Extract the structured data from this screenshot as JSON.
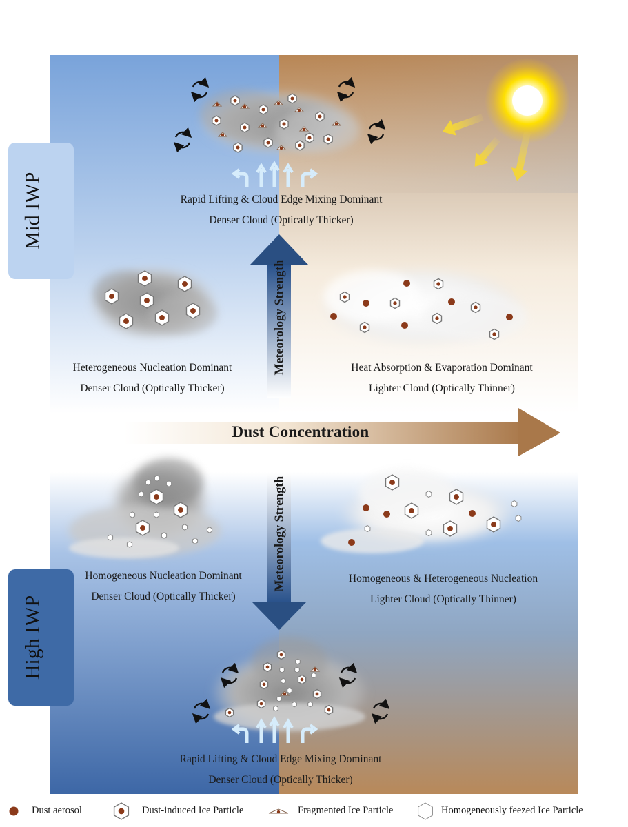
{
  "side_labels": {
    "mid": "Mid IWP",
    "high": "High IWP"
  },
  "axis": {
    "dust": "Dust  Concentration",
    "meteo": "Meteorology  Strength"
  },
  "mid_panel": {
    "top_center": {
      "line1": "Rapid Lifting & Cloud Edge Mixing Dominant",
      "line2": "Denser Cloud (Optically Thicker)"
    },
    "left": {
      "line1": "Heterogeneous Nucleation Dominant",
      "line2": "Denser Cloud (Optically Thicker)"
    },
    "right": {
      "line1": "Heat Absorption & Evaporation Dominant",
      "line2": "Lighter Cloud (Optically Thinner)"
    }
  },
  "high_panel": {
    "left": {
      "line1": "Homogeneous Nucleation Dominant",
      "line2": "Denser Cloud (Optically Thicker)"
    },
    "right": {
      "line1": "Homogeneous & Heterogeneous Nucleation",
      "line2": "Lighter Cloud (Optically Thinner)"
    },
    "bottom_center": {
      "line1": "Rapid Lifting & Cloud Edge Mixing Dominant",
      "line2": "Denser Cloud (Optically Thicker)"
    }
  },
  "legend": [
    {
      "icon": "dust-aerosol-icon",
      "label": "Dust aerosol"
    },
    {
      "icon": "dust-induced-ice-icon",
      "label": "Dust-induced Ice Particle"
    },
    {
      "icon": "fragmented-ice-icon",
      "label": "Fragmented Ice Particle"
    },
    {
      "icon": "homogeneous-ice-icon",
      "label": "Homogeneously feezed Ice Particle"
    }
  ],
  "colors": {
    "dust": "#8b3a1a",
    "mid_blue": "#7ea7dc",
    "high_blue": "#3f6aa8",
    "brown": "#b88655",
    "arrow_blue": "#2a4f82",
    "sun": "#ffe000"
  }
}
